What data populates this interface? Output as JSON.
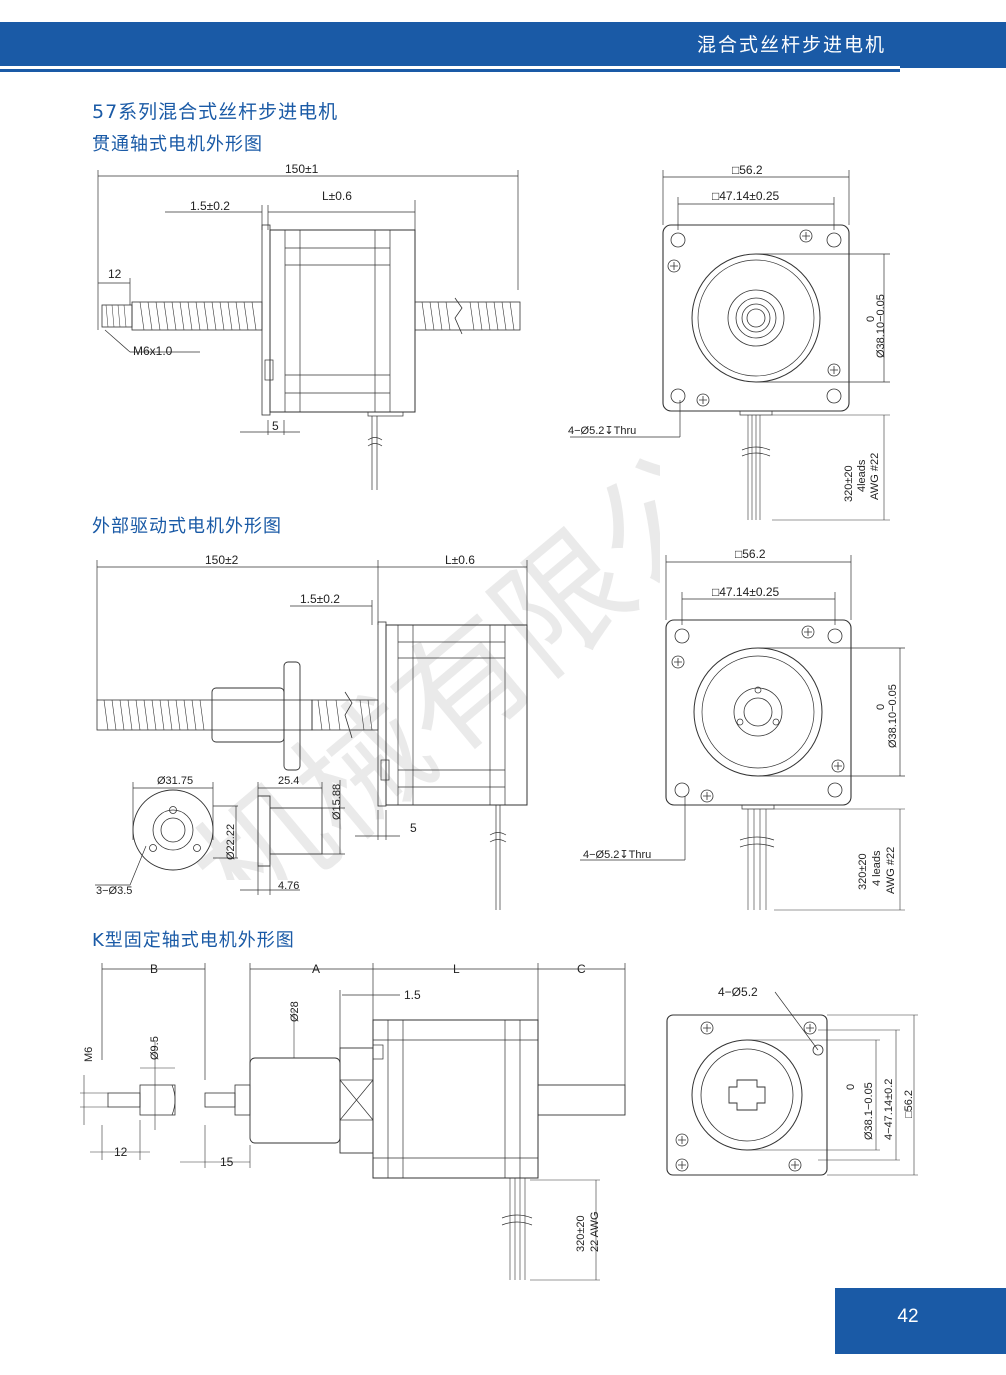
{
  "header": {
    "title": "混合式丝杆步进电机",
    "band_color": "#1a5aa6"
  },
  "section_title": "57系列混合式丝杆步进电机",
  "watermark": "机械有限公司",
  "through_shaft": {
    "title": "贯通轴式电机外形图",
    "side": {
      "overall": "150±1",
      "flange": "1.5±0.2",
      "length": "L±0.6",
      "thread_len": "12",
      "thread": "M6x1.0",
      "boss": "5"
    },
    "front": {
      "square": "□56.2",
      "pitch": "□47.14±0.25",
      "pilot_top": "0",
      "pilot": "Ø38.10−0.05",
      "holes": "4−Ø5.2↧Thru",
      "lead1": "320±20",
      "lead2": "4leads",
      "lead3": "AWG #22"
    }
  },
  "external_drive": {
    "title": "外部驱动式电机外形图",
    "side": {
      "overall": "150±2",
      "length": "L±0.6",
      "flange": "1.5±0.2",
      "boss": "5"
    },
    "nut": {
      "od": "Ø31.75",
      "len": "25.4",
      "shank": "Ø15.88",
      "bolt_circle": "Ø22.22",
      "holes": "3−Ø3.5",
      "flange_thk": "4.76"
    },
    "front": {
      "square": "□56.2",
      "pitch": "□47.14±0.25",
      "pilot_top": "0",
      "pilot": "Ø38.10−0.05",
      "holes": "4−Ø5.2↧Thru",
      "lead1": "320±20",
      "lead2": "4 leads",
      "lead3": "AWG #22"
    }
  },
  "k_type": {
    "title": "K型固定轴式电机外形图",
    "dims": {
      "a": "A",
      "b": "B",
      "l": "L",
      "c": "C",
      "flange": "1.5",
      "d28": "Ø28",
      "m6": "M6",
      "d95": "Ø9.5",
      "len12": "12",
      "len15": "15",
      "lead1": "320±20",
      "lead2": "22 AWG"
    },
    "front": {
      "holes": "4−Ø5.2",
      "pilot_top": "0",
      "pilot": "Ø38.1−0.05",
      "pitch": "4−47.14±0.2",
      "square": "□56.2"
    }
  },
  "page_number": "42"
}
